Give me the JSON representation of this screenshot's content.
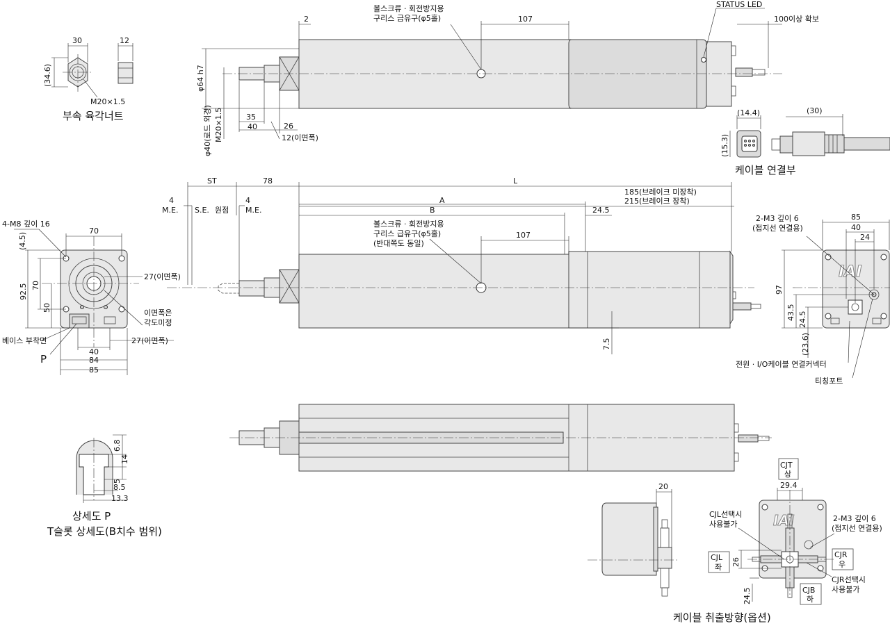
{
  "labels": {
    "nut_w": "30",
    "nut_t": "12",
    "nut_h": "(34.6)",
    "nut_thread": "M20×1.5",
    "nut_title": "부속 육각너트",
    "top_2": "2",
    "grease_top_1": "볼스크류 · 회전방지용",
    "grease_top_2": "구리스 급유구(φ5홀)",
    "top_107": "107",
    "status_led": "STATUS LED",
    "cable_100": "100이상 확보",
    "phi64": "φ64 h7",
    "phi40": "φ40(로드 외경)",
    "m20": "M20×1.5",
    "d35": "35",
    "d40a": "40",
    "d26": "26",
    "d12": "12(이면폭)",
    "c144": "(14.4)",
    "c153": "(15.3)",
    "c30": "(30)",
    "cable_conn": "케이블 연결부",
    "st": "ST",
    "d78": "78",
    "dL": "L",
    "d185": "185(브레이크 미장착)",
    "d215": "215(브레이크 장착)",
    "dA": "A",
    "dB": "B",
    "d245": "24.5",
    "me4a": "4",
    "me_a": "M.E.",
    "se": "S.E.",
    "origin": "원점",
    "me4b": "4",
    "me_b": "M.E.",
    "grease_mid_1": "볼스크류 · 회전방지용",
    "grease_mid_2": "구리스 급유구(φ5홀)",
    "grease_mid_3": "(반대쪽도 동일)",
    "mid_107": "107",
    "d75": "7.5",
    "m8": "4-M8 깊이 16",
    "d45": "(4.5)",
    "d70a": "70",
    "d925": "92.5",
    "d70b": "70",
    "d50": "50",
    "d27a": "27(이면폭)",
    "flat_1": "이면폭은",
    "flat_2": "각도미정",
    "base_mount": "베이스 부착면",
    "dP": "P",
    "d40b": "40",
    "d27b": "27(이면폭)",
    "d84": "84",
    "d85a": "85",
    "m3_1": "2-M3 깊이 6",
    "m3_2": "(접지선 연결용)",
    "d85b": "85",
    "d40c": "40",
    "d24": "24",
    "d97": "97",
    "d435": "43.5",
    "d245b": "24.5",
    "d236": "(23.6)",
    "io_conn": "전원 · I/O케이블 연결커넥터",
    "teach": "티칭포트",
    "iai": "IAI",
    "p68": "6.8",
    "p14": "14",
    "p5": "5",
    "p85": "8.5",
    "p133": "13.3",
    "detail_1": "상세도 P",
    "detail_2": "T슬롯 상세도(B치수 범위)",
    "d20": "20",
    "cjt_1": "CJT",
    "cjt_2": "상",
    "d294": "29.4",
    "cjl_sel_1": "CJL선택시",
    "cjl_sel_2": "사용불가",
    "m3b_1": "2-M3 깊이 6",
    "m3b_2": "(접지선 연결용)",
    "cjl_1": "CJL",
    "cjl_2": "좌",
    "d26b": "26",
    "cjr_1": "CJR",
    "cjr_2": "우",
    "cjr_sel_1": "CJR선택시",
    "cjr_sel_2": "사용불가",
    "cjb_1": "CJB",
    "cjb_2": "하",
    "d245c": "24.5",
    "cable_dir": "케이블 취출방향(옵션)"
  }
}
